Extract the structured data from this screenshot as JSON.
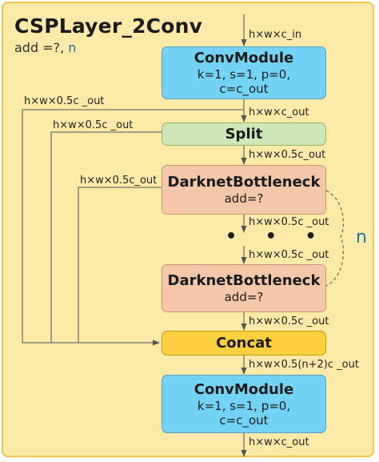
{
  "title": "CSPLayer_2Conv",
  "subtitle": {
    "prefix": "add =?, ",
    "accent": "n"
  },
  "blocks": {
    "conv_in": {
      "title": "ConvModule",
      "line1": "k=1, s=1, p=0,",
      "line2": "c=c_out"
    },
    "split": {
      "title": "Split"
    },
    "bottleneck_1": {
      "title": "DarknetBottleneck",
      "line1": "add=?"
    },
    "bottleneck_n": {
      "title": "DarknetBottleneck",
      "line1": "add=?"
    },
    "concat": {
      "title": "Concat"
    },
    "conv_out": {
      "title": "ConvModule",
      "line1": "k=1, s=1, p=0,",
      "line2": "c=c_out"
    }
  },
  "labels": {
    "input": "h×w×c_in",
    "after_conv_in": "h×w×c_out",
    "after_split": "h×w×0.5c_out",
    "after_bottleneck_1": "h×w×0.5c _out",
    "before_bottleneck_n": "h×w×0.5c _out",
    "after_bottleneck_n": "h×w×0.5c _out",
    "after_concat": "h×w×0.5(n+2)c _out",
    "output": "h×w×c_out",
    "branch_1": "h×w×0.5c _out",
    "branch_2": "h×w×0.5c _out",
    "branch_3": "h×w×0.5c_out"
  },
  "ellipsis": "• • •",
  "repeat_label": "n",
  "colors": {
    "panel": "#fde9a8",
    "conv": "#74d3f5",
    "split": "#cfe6b8",
    "bottleneck": "#f4c7a8",
    "concat": "#fdcf3f",
    "accent": "#1f6fa8"
  }
}
